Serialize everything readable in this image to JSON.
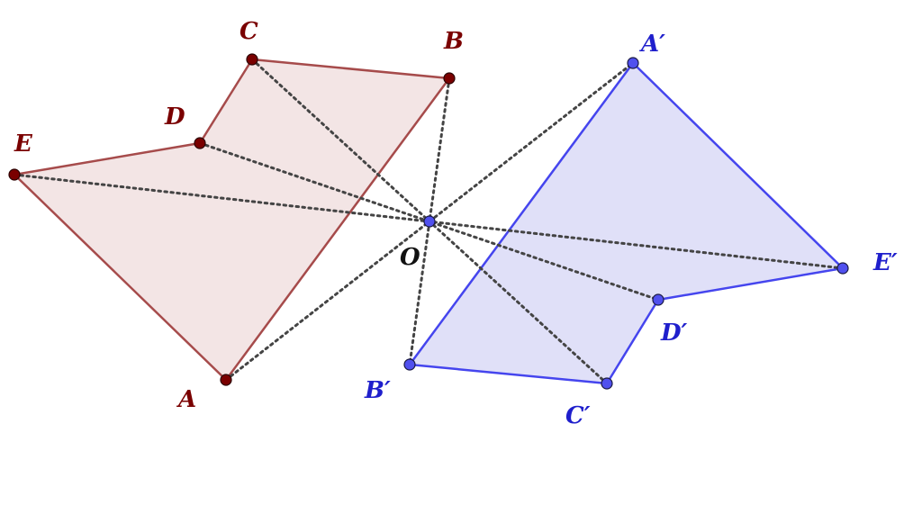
{
  "colors": {
    "original_fill": "#f2e4e4",
    "original_stroke": "#a64b4b",
    "original_point": "#7a0000",
    "original_label": "#7a0000",
    "image_fill": "#dedef8",
    "image_stroke": "#4545ee",
    "image_point": "#5050ee",
    "image_label": "#1f1fcc",
    "center_point": "#5050ee",
    "center_label": "#111111",
    "ray": "#444444"
  },
  "labels": {
    "A": "A",
    "B": "B",
    "C": "C",
    "D": "D",
    "E": "E",
    "A_prime": "A′",
    "B_prime": "B′",
    "C_prime": "C′",
    "D_prime": "D′",
    "E_prime": "E′",
    "O": "O"
  }
}
